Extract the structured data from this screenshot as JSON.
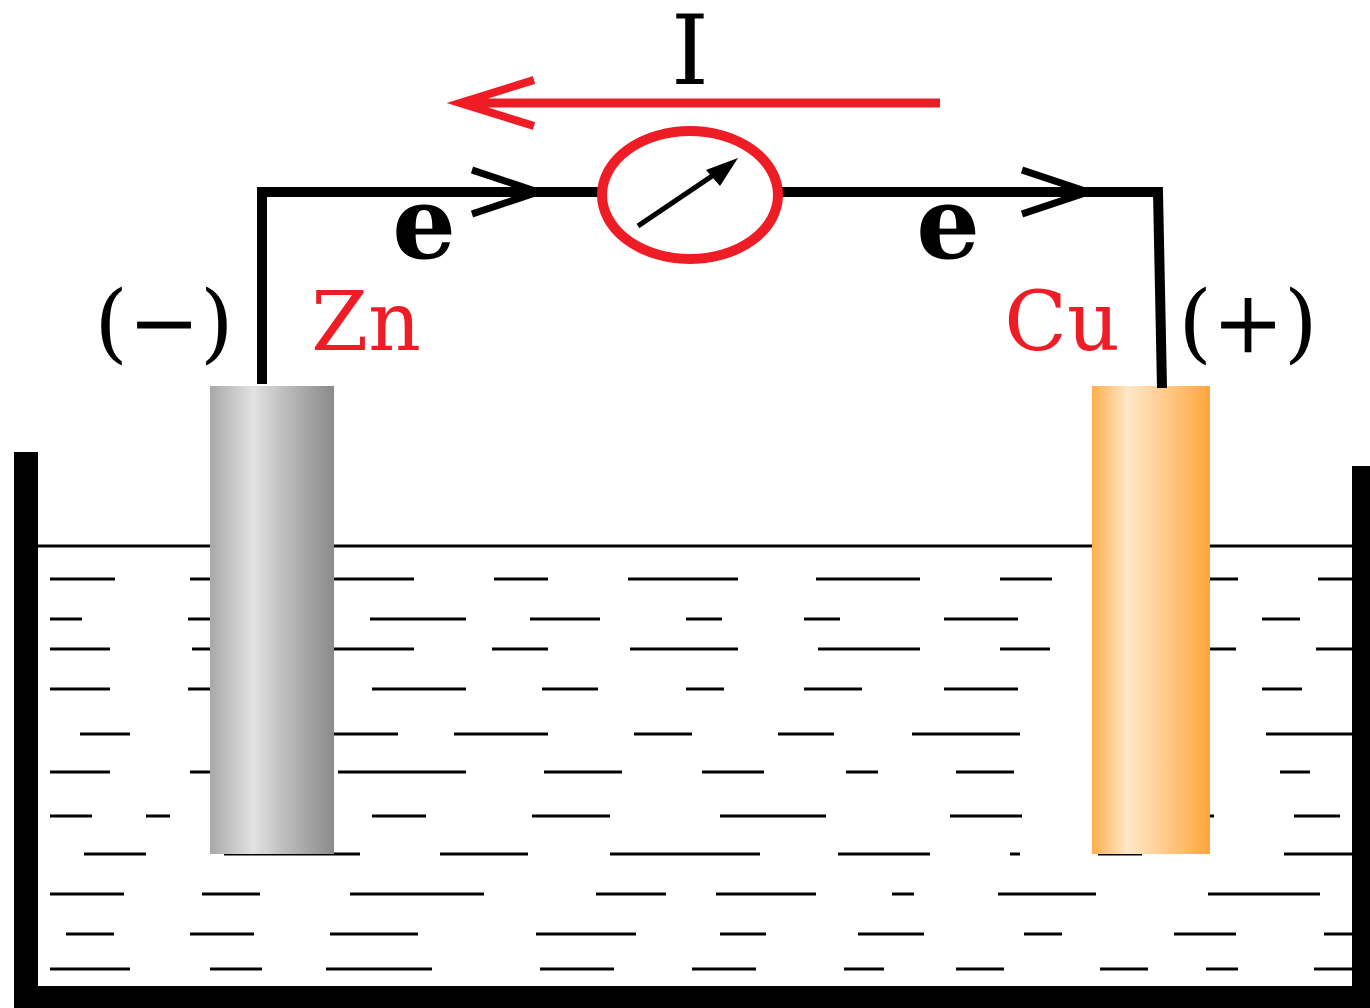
{
  "diagram": {
    "current_label": "I",
    "electron_label_left": "e",
    "electron_label_right": "e",
    "anode": {
      "polarity": "(−)",
      "metal": "Zn",
      "color": "#b4b4b4"
    },
    "cathode": {
      "metal": "Cu",
      "polarity": "(+)",
      "color": "#ffb45a"
    },
    "meter_icon": "galvanometer-icon",
    "colors": {
      "current_arrow": "#ee1c24",
      "metal_label": "#ee1c24",
      "wire": "#000000",
      "meter": "#ee1c24"
    }
  }
}
